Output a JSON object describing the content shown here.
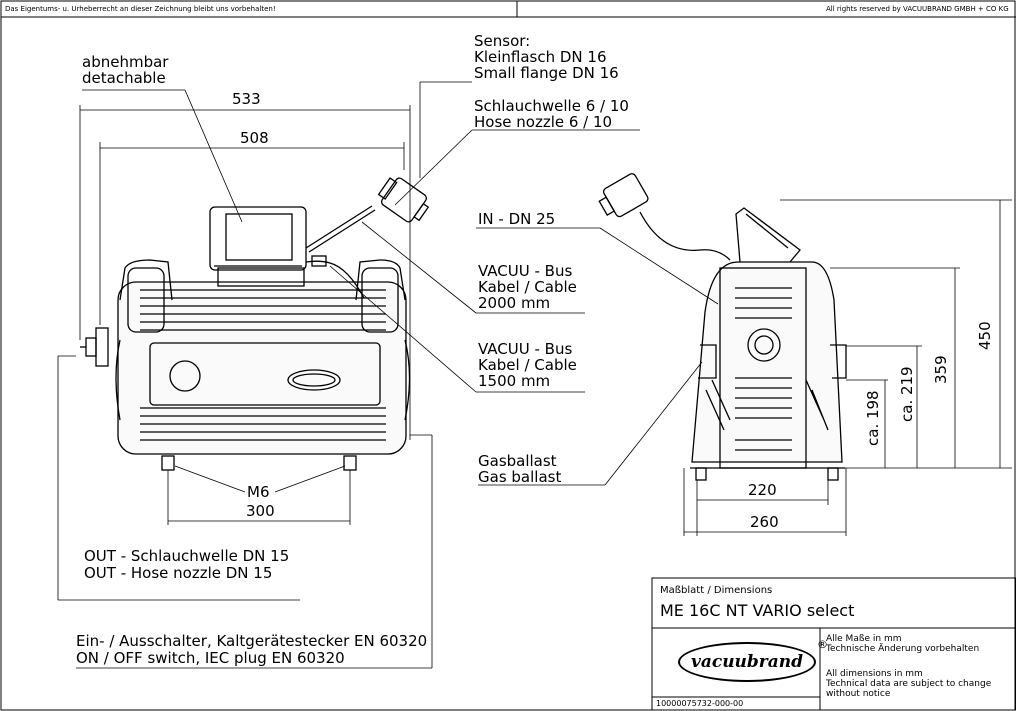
{
  "header": {
    "left_notice": "Das Eigentums- u. Urheberrecht an dieser Zeichnung bleibt uns vorbehalten!",
    "right_notice": "All rights reserved by VACUUBRAND GMBH + CO KG"
  },
  "labels": {
    "detachable_de": "abnehmbar",
    "detachable_en": "detachable",
    "sensor_title": "Sensor:",
    "sensor_de": "Kleinflasch DN 16",
    "sensor_en": "Small flange DN 16",
    "hose_de": "Schlauchwelle 6 / 10",
    "hose_en": "Hose nozzle 6 / 10",
    "inlet": "IN - DN 25",
    "bus1_a": "VACUU - Bus",
    "bus1_b": "Kabel / Cable",
    "bus1_c": "2000 mm",
    "bus2_a": "VACUU - Bus",
    "bus2_b": "Kabel / Cable",
    "bus2_c": "1500 mm",
    "gas_de": "Gasballast",
    "gas_en": "Gas ballast",
    "out_de": "OUT - Schlauchwelle DN 15",
    "out_en": "OUT - Hose nozzle DN 15",
    "switch_de": "Ein- / Ausschalter, Kaltgerätestecker EN 60320",
    "switch_en": "ON / OFF switch, IEC plug EN 60320",
    "m6": "M6"
  },
  "dimensions": {
    "width_overall": "533",
    "width_body": "508",
    "foot_spacing": "300",
    "depth_feet": "220",
    "depth_overall": "260",
    "height_overall": "450",
    "height_body": "359",
    "height_219": "ca. 219",
    "height_198": "ca. 198"
  },
  "title_block": {
    "sheet_type": "Maßblatt / Dimensions",
    "model": "ME 16C NT VARIO select",
    "brand": "vacuubrand",
    "registered": "®",
    "note_de_1": "Alle Maße in mm",
    "note_de_2": "Technische Änderung vorbehalten",
    "note_en_1": "All dimensions in mm",
    "note_en_2": "Technical data are subject to change",
    "note_en_3": "without notice",
    "doc_number": "10000075732-000-00"
  }
}
